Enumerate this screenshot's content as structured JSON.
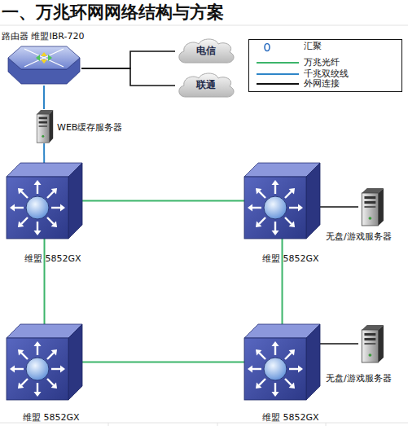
{
  "diagram": {
    "title": "一、万兆环网网络结构与方案",
    "nodes": [
      {
        "text": [
          "路由器 维盟IBR-720"
        ]
      },
      {
        "text": [
          "电信"
        ]
      },
      {
        "text": [
          "联通"
        ]
      },
      {
        "text": [
          "WEB缓存服务器"
        ]
      },
      {
        "text": [
          "维盟 5852GX"
        ]
      },
      {
        "text": [
          "维盟 5852GX"
        ]
      },
      {
        "text": [
          "无盘/游戏服务器"
        ]
      },
      {
        "text": [
          "维盟 5852GX"
        ]
      },
      {
        "text": [
          "维盟 5852GX"
        ]
      },
      {
        "text": [
          "无盘/游戏服务器"
        ]
      }
    ],
    "edges": [
      {
        "from": 0,
        "to": 1,
        "arrow": "none"
      },
      {
        "from": 0,
        "to": 2,
        "arrow": "none"
      },
      {
        "from": 0,
        "to": 3,
        "arrow": "none"
      },
      {
        "from": 3,
        "to": 4,
        "arrow": "none"
      },
      {
        "from": 4,
        "to": 5,
        "arrow": "none"
      },
      {
        "from": 4,
        "to": 7,
        "arrow": "none"
      },
      {
        "from": 5,
        "to": 8,
        "arrow": "none"
      },
      {
        "from": 7,
        "to": 8,
        "arrow": "none"
      },
      {
        "from": 5,
        "to": 6,
        "arrow": "none"
      },
      {
        "from": 8,
        "to": 9,
        "arrow": "none"
      }
    ],
    "legend": [
      {
        "text": "汇聚"
      },
      {
        "text": "万兆光纤"
      },
      {
        "text": "千兆双绞线"
      },
      {
        "text": "外网连接"
      }
    ]
  }
}
